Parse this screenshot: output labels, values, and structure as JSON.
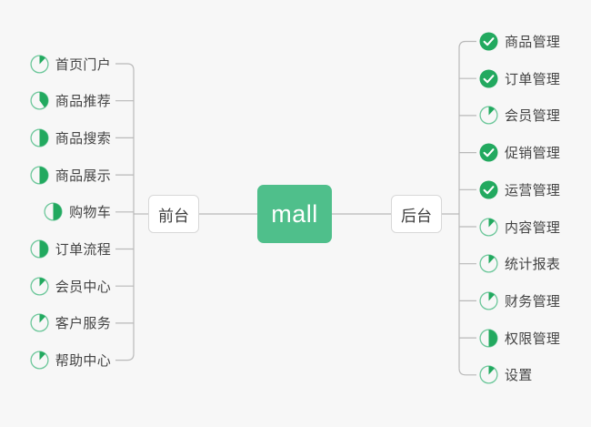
{
  "diagram": {
    "type": "mind-map",
    "center": {
      "label": "mall"
    },
    "colors": {
      "accent_green": "#4fbf8b",
      "icon_green": "#22a95f",
      "icon_ring": "#6cc79a",
      "connector": "#b9b9b9",
      "text": "#444444",
      "background": "#f7f7f7",
      "box_border": "#d8d8d8",
      "box_fill": "#ffffff"
    },
    "branches": [
      {
        "name": "frontend",
        "label": "前台",
        "side": "left",
        "items": [
          {
            "label": "首页门户",
            "icon": "pie-progress-icon",
            "progress": 12,
            "status": "in-progress"
          },
          {
            "label": "商品推荐",
            "icon": "pie-progress-icon",
            "progress": 40,
            "status": "in-progress"
          },
          {
            "label": "商品搜索",
            "icon": "pie-progress-icon",
            "progress": 50,
            "status": "in-progress"
          },
          {
            "label": "商品展示",
            "icon": "pie-progress-icon",
            "progress": 50,
            "status": "in-progress"
          },
          {
            "label": "购物车",
            "icon": "pie-progress-icon",
            "progress": 50,
            "status": "in-progress"
          },
          {
            "label": "订单流程",
            "icon": "pie-progress-icon",
            "progress": 50,
            "status": "in-progress"
          },
          {
            "label": "会员中心",
            "icon": "pie-progress-icon",
            "progress": 12,
            "status": "in-progress"
          },
          {
            "label": "客户服务",
            "icon": "pie-progress-icon",
            "progress": 12,
            "status": "in-progress"
          },
          {
            "label": "帮助中心",
            "icon": "pie-progress-icon",
            "progress": 12,
            "status": "in-progress"
          }
        ]
      },
      {
        "name": "backend",
        "label": "后台",
        "side": "right",
        "items": [
          {
            "label": "商品管理",
            "icon": "check-circle-icon",
            "progress": 100,
            "status": "done"
          },
          {
            "label": "订单管理",
            "icon": "check-circle-icon",
            "progress": 100,
            "status": "done"
          },
          {
            "label": "会员管理",
            "icon": "pie-progress-icon",
            "progress": 12,
            "status": "in-progress"
          },
          {
            "label": "促销管理",
            "icon": "check-circle-icon",
            "progress": 100,
            "status": "done"
          },
          {
            "label": "运营管理",
            "icon": "check-circle-icon",
            "progress": 100,
            "status": "done"
          },
          {
            "label": "内容管理",
            "icon": "pie-progress-icon",
            "progress": 12,
            "status": "in-progress"
          },
          {
            "label": "统计报表",
            "icon": "pie-progress-icon",
            "progress": 12,
            "status": "in-progress"
          },
          {
            "label": "财务管理",
            "icon": "pie-progress-icon",
            "progress": 12,
            "status": "in-progress"
          },
          {
            "label": "权限管理",
            "icon": "pie-progress-icon",
            "progress": 50,
            "status": "in-progress"
          },
          {
            "label": "设置",
            "icon": "pie-progress-icon",
            "progress": 12,
            "status": "in-progress"
          }
        ]
      }
    ]
  }
}
